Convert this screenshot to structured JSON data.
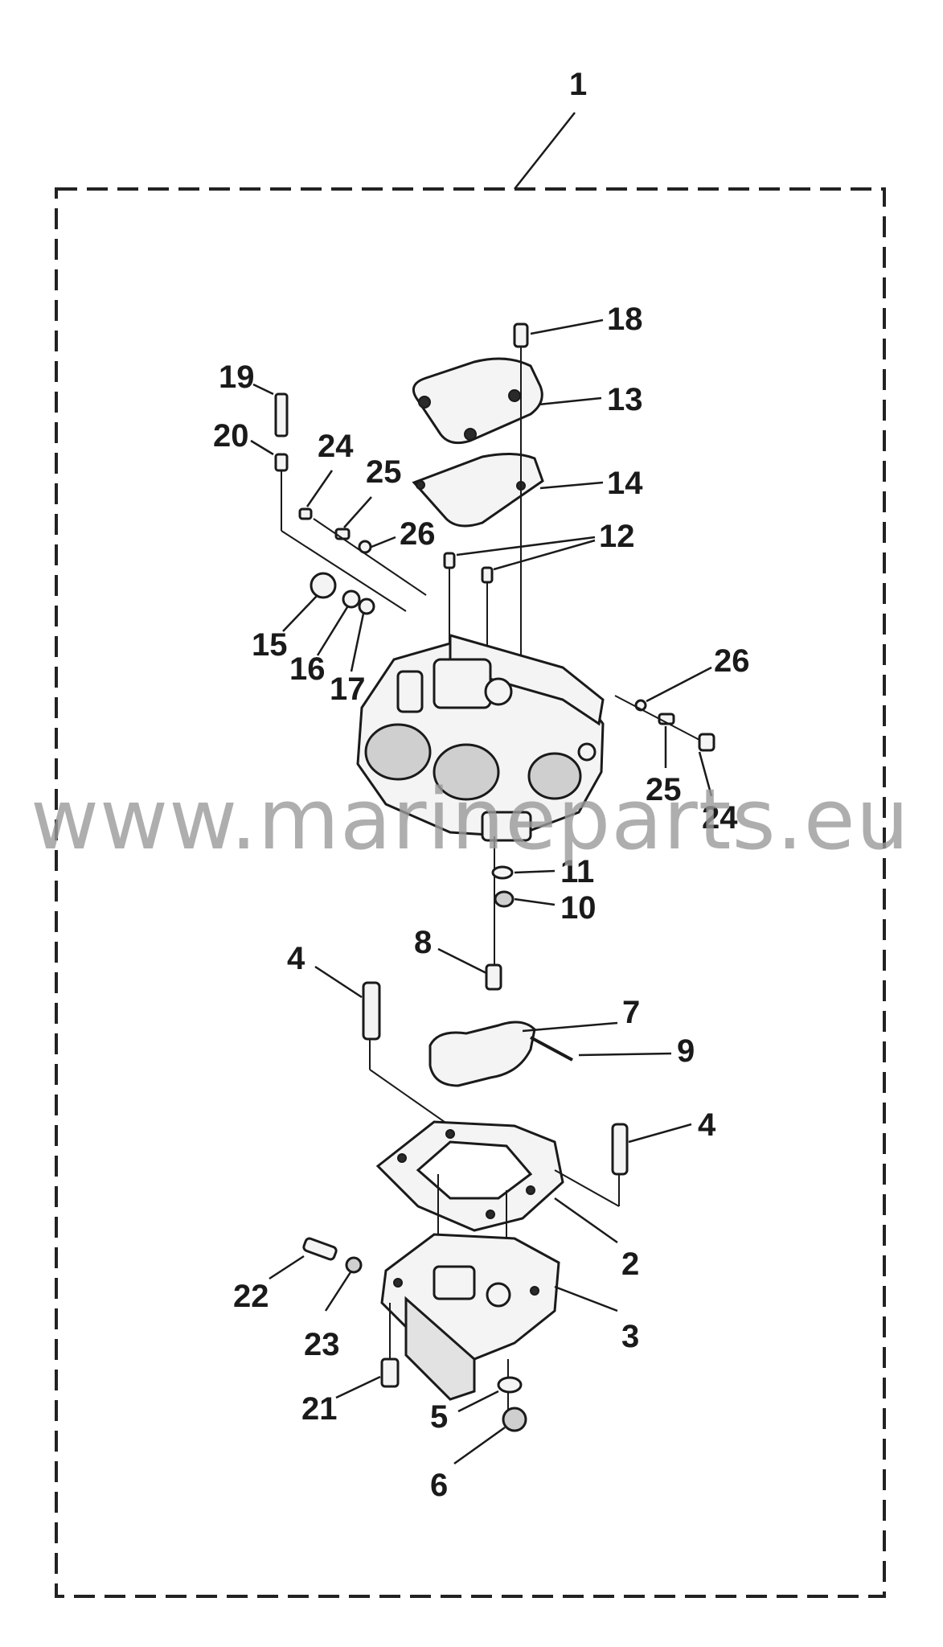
{
  "diagram": {
    "watermark": "www.marineparts.eu",
    "callouts": {
      "c1": "1",
      "c2": "2",
      "c3": "3",
      "c4a": "4",
      "c4b": "4",
      "c5": "5",
      "c6": "6",
      "c7": "7",
      "c8": "8",
      "c9": "9",
      "c10": "10",
      "c11": "11",
      "c12": "12",
      "c13": "13",
      "c14": "14",
      "c15": "15",
      "c16": "16",
      "c17": "17",
      "c18": "18",
      "c19": "19",
      "c20": "20",
      "c21": "21",
      "c22": "22",
      "c23": "23",
      "c24a": "24",
      "c24b": "24",
      "c25a": "25",
      "c25b": "25",
      "c26a": "26",
      "c26b": "26"
    }
  }
}
